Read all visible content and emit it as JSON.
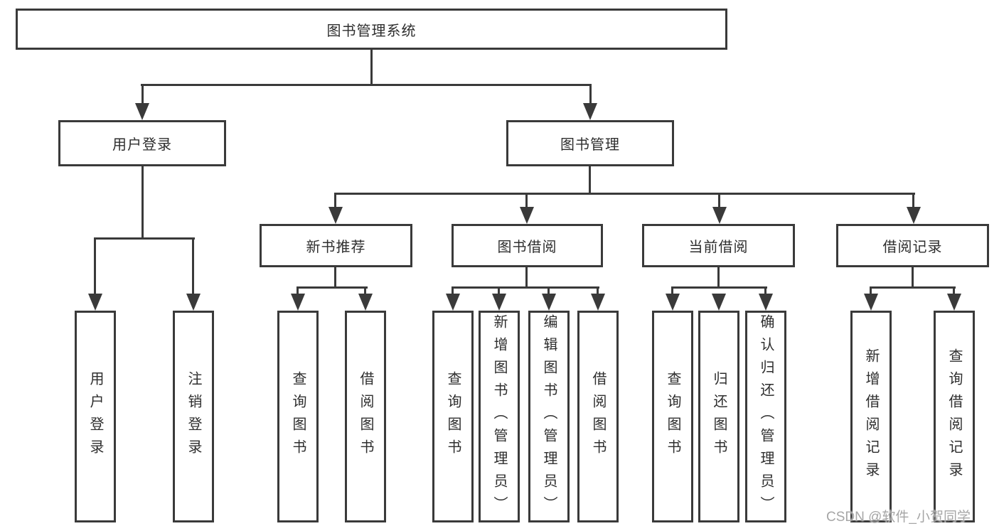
{
  "colors": {
    "line": "#3a3a3a",
    "box_border": "#3a3a3a",
    "box_fill": "#ffffff",
    "text": "#2e2e2e",
    "watermark": "#a6a6a6",
    "background": "#ffffff"
  },
  "tree": {
    "root": {
      "label": "图书管理系统"
    },
    "level2": [
      {
        "label": "用户登录"
      },
      {
        "label": "图书管理"
      }
    ],
    "level3": [
      {
        "label": "新书推荐",
        "parent": "图书管理"
      },
      {
        "label": "图书借阅",
        "parent": "图书管理"
      },
      {
        "label": "当前借阅",
        "parent": "图书管理"
      },
      {
        "label": "借阅记录",
        "parent": "图书管理"
      }
    ],
    "level4": [
      {
        "label": "用户登录",
        "parent": "用户登录"
      },
      {
        "label": "注销登录",
        "parent": "用户登录"
      },
      {
        "label": "查询图书",
        "parent": "新书推荐"
      },
      {
        "label": "借阅图书",
        "parent": "新书推荐"
      },
      {
        "label": "查询图书",
        "parent": "图书借阅"
      },
      {
        "label": "新增图书（管理员）",
        "parent": "图书借阅"
      },
      {
        "label": "编辑图书（管理员）",
        "parent": "图书借阅"
      },
      {
        "label": "借阅图书",
        "parent": "图书借阅"
      },
      {
        "label": "查询图书",
        "parent": "当前借阅"
      },
      {
        "label": "归还图书",
        "parent": "当前借阅"
      },
      {
        "label": "确认归还（管理员）",
        "parent": "当前借阅"
      },
      {
        "label": "新增借阅记录",
        "parent": "借阅记录"
      },
      {
        "label": "查询借阅记录",
        "parent": "借阅记录"
      }
    ]
  },
  "watermark": {
    "text": "CSDN @软件_小贺同学"
  }
}
